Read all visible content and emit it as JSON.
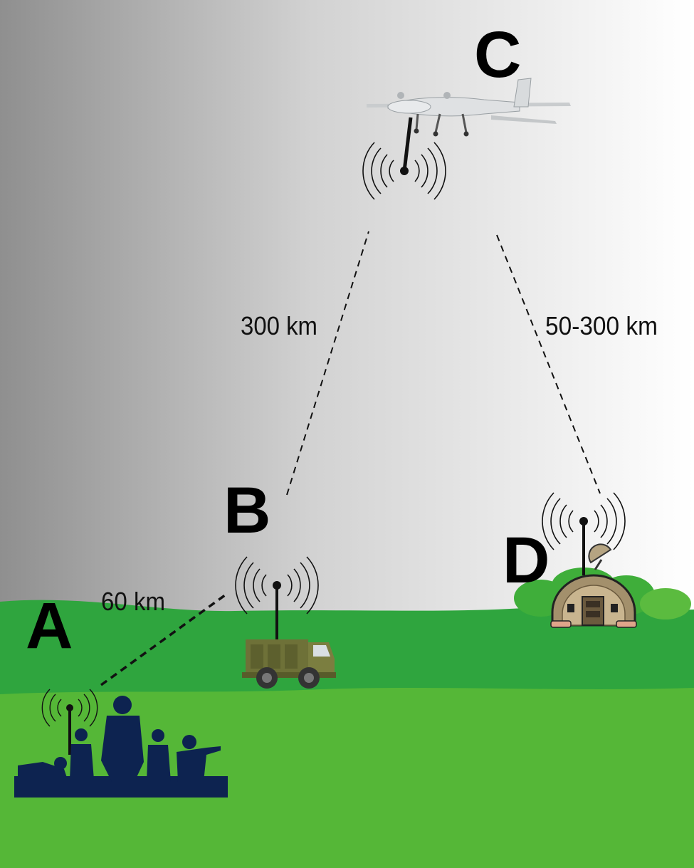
{
  "nodes": {
    "A": {
      "label": "A",
      "icon": "soldiers-icon"
    },
    "B": {
      "label": "B",
      "icon": "military-truck-icon"
    },
    "C": {
      "label": "C",
      "icon": "drone-icon"
    },
    "D": {
      "label": "D",
      "icon": "bunker-icon"
    }
  },
  "links": {
    "A_B": {
      "distance": "60 km"
    },
    "B_C": {
      "distance": "300 km"
    },
    "C_D": {
      "distance": "50-300 km"
    }
  },
  "colors": {
    "sky_dark": "#8f8f8f",
    "sky_light": "#ffffff",
    "grass_far": "#2fa53e",
    "grass_near": "#55b737",
    "soldiers": "#0d2350",
    "truck": "#6e7138",
    "bunker": "#a3906c"
  }
}
